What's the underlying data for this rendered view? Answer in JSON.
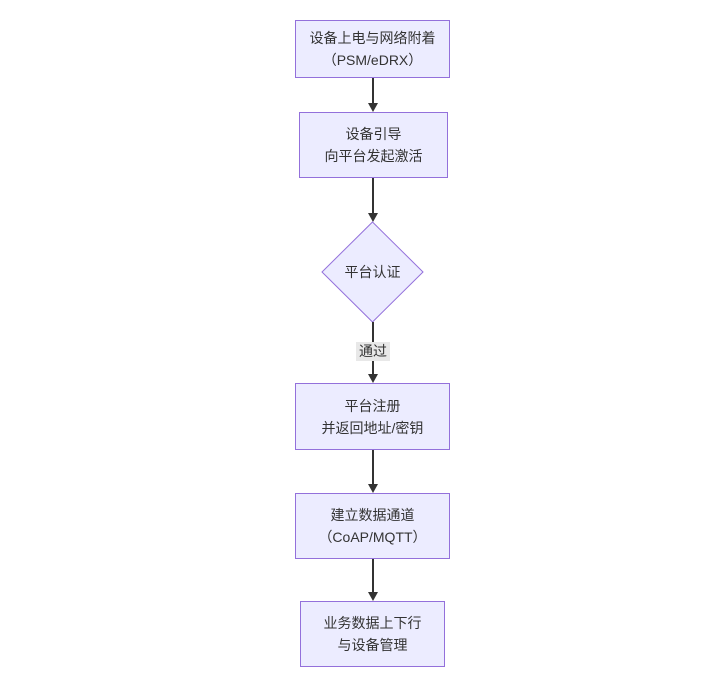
{
  "flow": {
    "type": "flowchart-vertical",
    "nodes": [
      {
        "id": "power-attach",
        "shape": "rect",
        "lines": [
          "设备上电与网络附着",
          "（PSM/eDRX）"
        ]
      },
      {
        "id": "bootstrap-activate",
        "shape": "rect",
        "lines": [
          "设备引导",
          "向平台发起激活"
        ]
      },
      {
        "id": "platform-auth",
        "shape": "diamond",
        "lines": [
          "平台认证"
        ]
      },
      {
        "id": "platform-register",
        "shape": "rect",
        "lines": [
          "平台注册",
          "并返回地址/密钥"
        ]
      },
      {
        "id": "data-channel",
        "shape": "rect",
        "lines": [
          "建立数据通道",
          "（CoAP/MQTT）"
        ]
      },
      {
        "id": "business-data",
        "shape": "rect",
        "lines": [
          "业务数据上下行",
          "与设备管理"
        ]
      }
    ],
    "edges": [
      {
        "from": "power-attach",
        "to": "bootstrap-activate",
        "label": ""
      },
      {
        "from": "bootstrap-activate",
        "to": "platform-auth",
        "label": ""
      },
      {
        "from": "platform-auth",
        "to": "platform-register",
        "label": "通过"
      },
      {
        "from": "platform-register",
        "to": "data-channel",
        "label": ""
      },
      {
        "from": "data-channel",
        "to": "business-data",
        "label": ""
      }
    ],
    "colors": {
      "node_fill": "#ECECFF",
      "node_border": "#9370DB",
      "edge_line": "#333333",
      "text": "#333333",
      "edge_label_bg": "#e8e8e8",
      "background": "#ffffff"
    }
  }
}
